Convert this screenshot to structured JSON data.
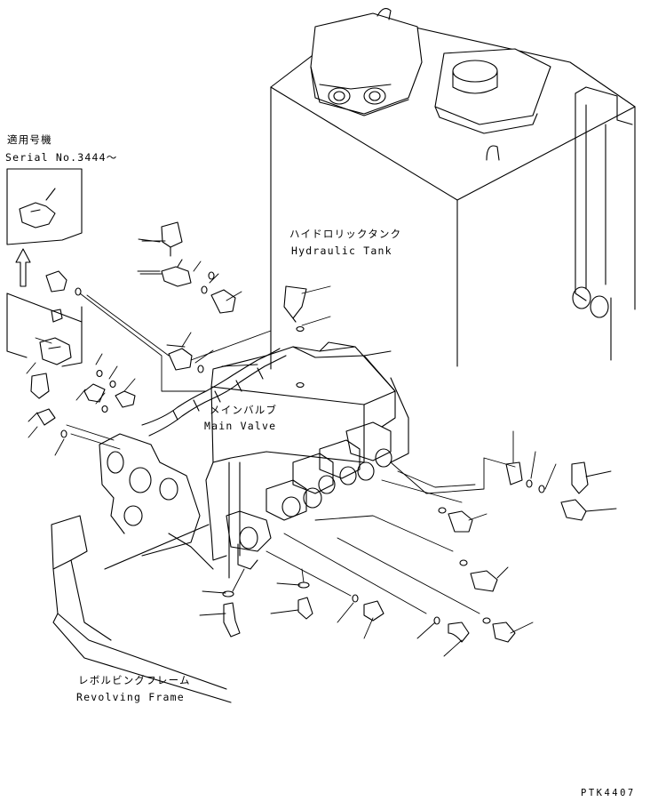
{
  "labels": {
    "serial_jp": "適用号機",
    "serial_en": "Serial No.3444～",
    "tank_jp": "ハイドロリックタンク",
    "tank_en": "Hydraulic Tank",
    "valve_jp": "メインバルブ",
    "valve_en": "Main Valve",
    "frame_jp": "レボルビングフレーム",
    "frame_en": "Revolving Frame",
    "drawing_code": "PTK4407"
  },
  "colors": {
    "line": "#000000",
    "background": "#ffffff"
  }
}
